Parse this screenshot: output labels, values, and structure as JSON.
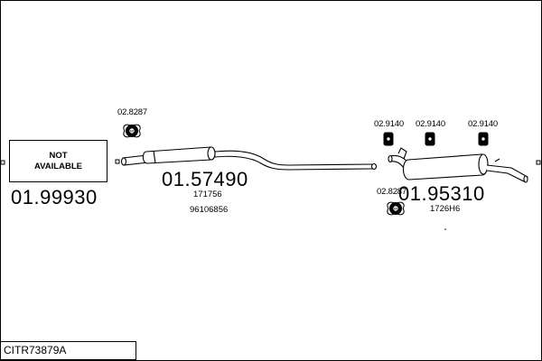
{
  "diagram": {
    "reference_code": "CITR73879A",
    "not_available_line1": "NOT",
    "not_available_line2": "AVAILABLE",
    "front_part_number": "01.99930",
    "middle_part_number": "01.57490",
    "middle_oem_1": "171756",
    "middle_oem_2": "96106856",
    "rear_part_number": "01.95310",
    "rear_oem": "1726H6",
    "clamp_label_front": "02.8287",
    "clamp_label_rear": "02.8287",
    "hanger_label_1": "02.9140",
    "hanger_label_2": "02.9140",
    "hanger_label_3": "02.9140"
  }
}
